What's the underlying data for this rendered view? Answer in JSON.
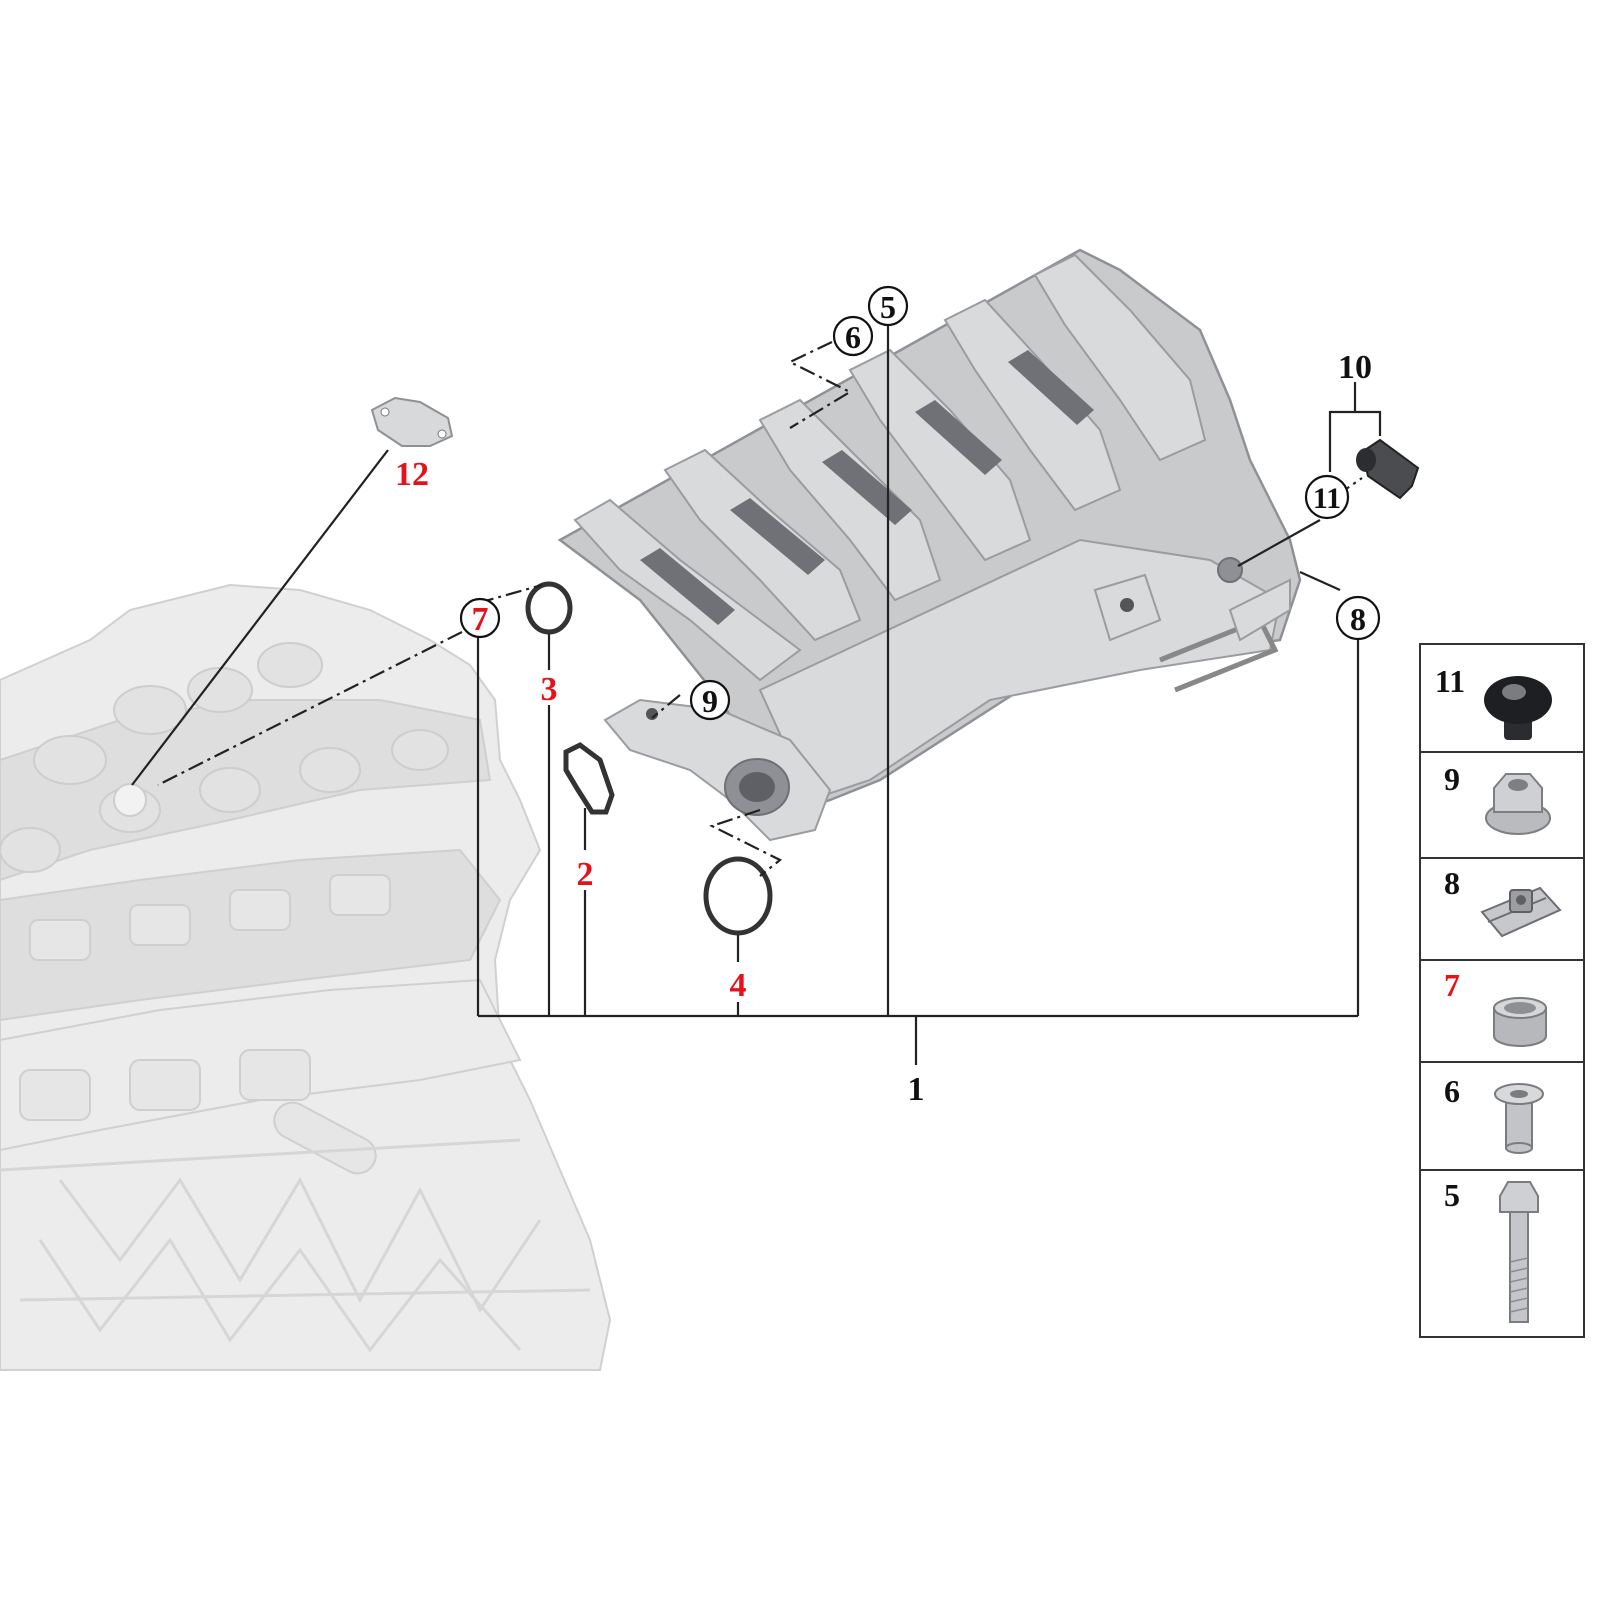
{
  "callouts": {
    "c1": "1",
    "c2": "2",
    "c3": "3",
    "c4": "4",
    "c5": "5",
    "c6": "6",
    "c7": "7",
    "c8": "8",
    "c9": "9",
    "c10": "10",
    "c11": "11",
    "c12": "12"
  },
  "colors": {
    "highlight": "#e3131b",
    "standard": "#111111"
  },
  "legend": [
    {
      "label": "11",
      "icon": "flange-nut-black-icon",
      "highlight": false
    },
    {
      "label": "9",
      "icon": "hex-collar-nut-icon",
      "highlight": false
    },
    {
      "label": "8",
      "icon": "clip-nut-icon",
      "highlight": false
    },
    {
      "label": "7",
      "icon": "bushing-icon",
      "highlight": true
    },
    {
      "label": "6",
      "icon": "flanged-sleeve-icon",
      "highlight": false
    },
    {
      "label": "5",
      "icon": "hex-bolt-icon",
      "highlight": false
    }
  ]
}
